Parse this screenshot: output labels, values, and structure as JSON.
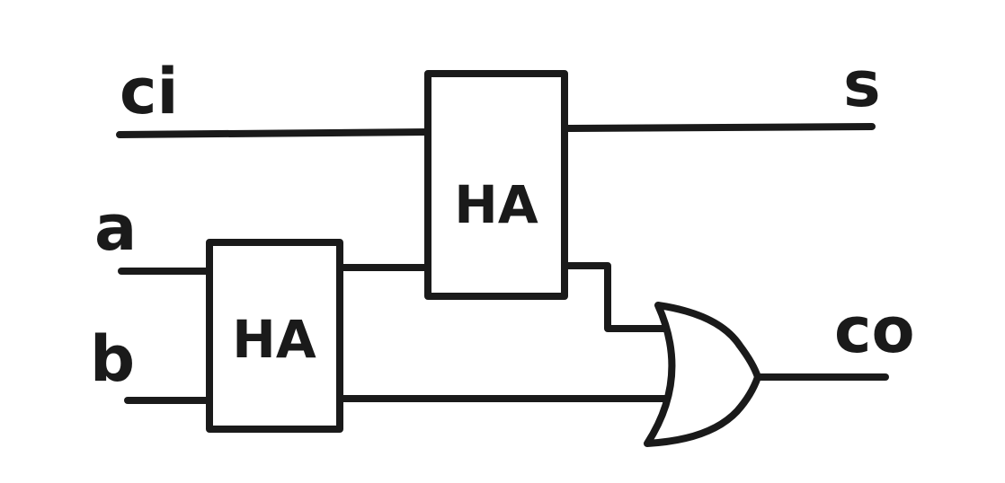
{
  "inputs": {
    "ci": "ci",
    "a": "a",
    "b": "b"
  },
  "outputs": {
    "s": "s",
    "co": "co"
  },
  "blocks": {
    "half_adder_1": "HA",
    "half_adder_2": "HA"
  },
  "gates": {
    "or_gate": "OR"
  },
  "colors": {
    "ink": "#1a1a1a",
    "background": "#ffffff"
  }
}
